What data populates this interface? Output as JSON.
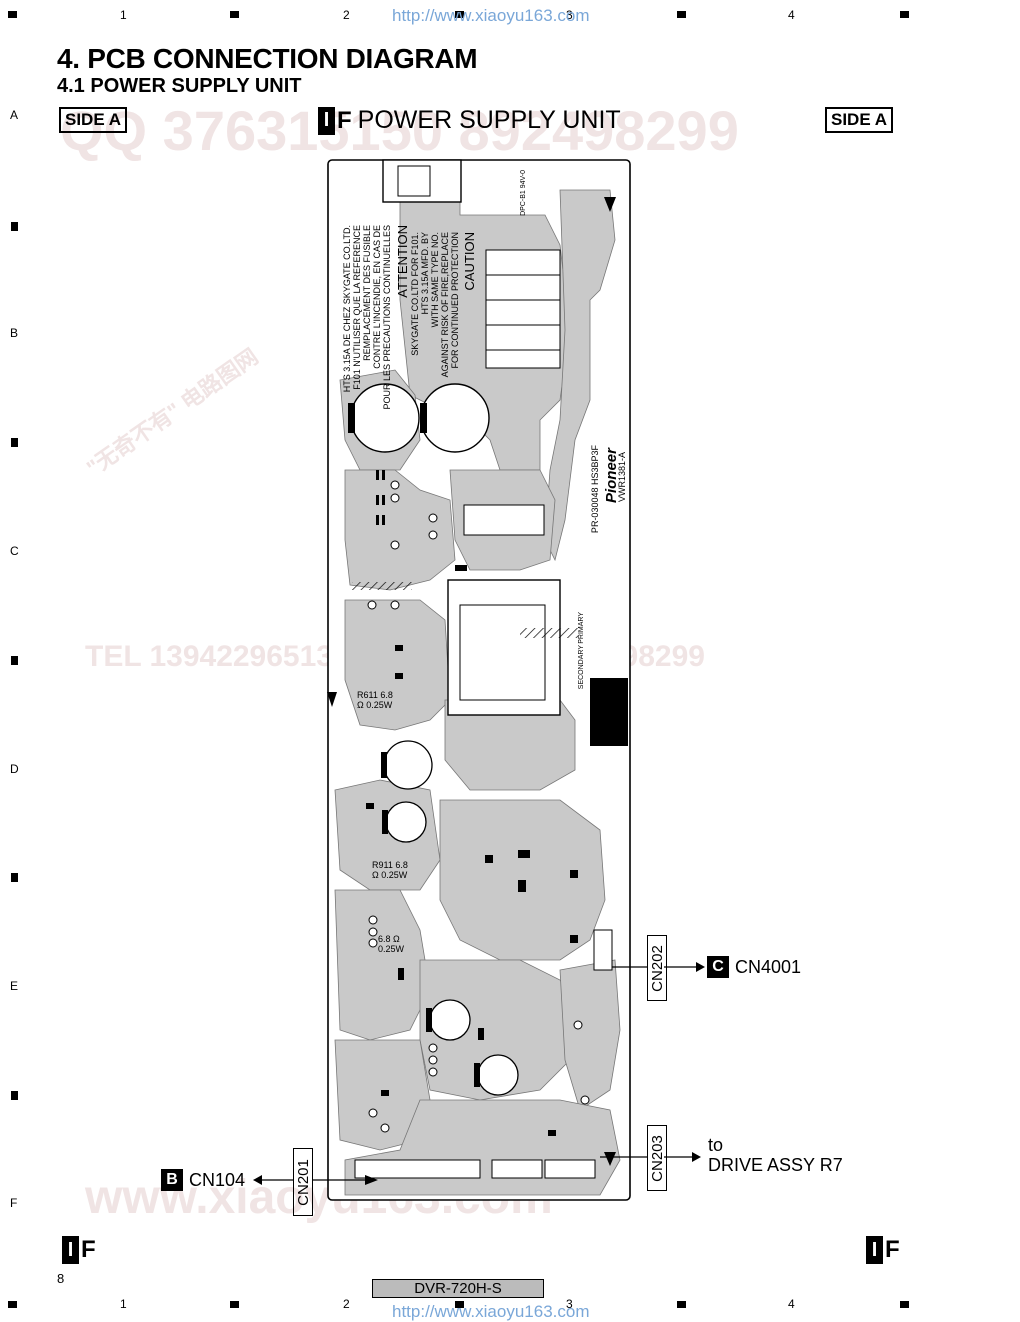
{
  "top_columns": [
    "1",
    "2",
    "3",
    "4"
  ],
  "bottom_columns": [
    "1",
    "2",
    "3",
    "4"
  ],
  "row_letters": [
    "A",
    "B",
    "C",
    "D",
    "E",
    "F"
  ],
  "url_top": "http://www.xiaoyu163.com",
  "url_bottom": "http://www.xiaoyu163.com",
  "header": {
    "title": "4. PCB CONNECTION DIAGRAM",
    "subtitle": "4.1 POWER SUPPLY UNIT"
  },
  "side_left": "SIDE A",
  "side_right": "SIDE A",
  "unit_badge": "I",
  "unit_badge_letter": "F",
  "unit_title": "POWER SUPPLY UNIT",
  "connectors": {
    "cn202": "CN202",
    "cn203": "CN203",
    "cn201": "CN201",
    "right_top_key": "C",
    "right_top_label": "CN4001",
    "right_bottom_line1": "to",
    "right_bottom_line2": "DRIVE ASSY R7",
    "left_key": "B",
    "left_label": "CN104"
  },
  "board_text": {
    "caution": "CAUTION",
    "caution_body": [
      "FOR CONTINUED PROTECTION",
      "AGAINST RISK OF FIRE,REPLACE",
      "WITH SAME TYPE NO.",
      "HTS 3.15A MFD. BY",
      "SKYGATE CO.LTD FOR F101."
    ],
    "attention": "ATTENTION",
    "attention_body": [
      "POUR LES PRECAUTIONS CONTINUELLES",
      "CONTRE L'INCENDIE, EN CAS DE",
      "REMPLACEMENT DES FUSIBLE",
      "F101 N'UTILISER QUE LA REFERENCE",
      "HTS 3.15A DE CHEZ SKYGATE CO.LTD."
    ],
    "brand": "Pioneer",
    "board_code": "VWR1381-A",
    "board_code2": "PR-030048 HS3BP3F",
    "pcb_grade": "DPC-B1 94V-0",
    "primary": "PRIMARY",
    "secondary": "SECONDARY",
    "r611": "R611  6.8 Ω 0.25W",
    "r911": "R911  6.8 Ω 0.25W",
    "r920": "6.8 Ω 0.25W"
  },
  "footer": {
    "page_number": "8",
    "model": "DVR-720H-S",
    "bottom_badge": "I",
    "bottom_badge_letter": "F"
  },
  "watermarks": {
    "qq": "QQ 376315150   892498299",
    "tel": "TEL 13942296513   QQ 376315150  892498299",
    "www": "www.xiaoyu163.com",
    "cn": "\"无奇不有\" 电路图网"
  }
}
